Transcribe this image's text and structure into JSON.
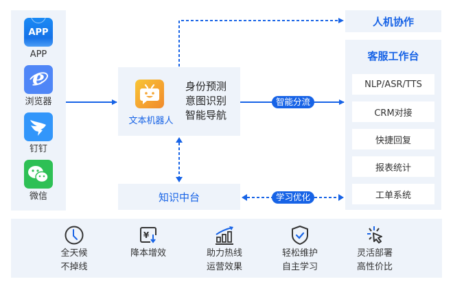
{
  "colors": {
    "accent": "#1763e6",
    "panel": "#eef3fa",
    "robot_orange": "#f5a430",
    "wechat_green": "#2ec055"
  },
  "channels": [
    {
      "label": "APP",
      "icon": "app-icon",
      "icon_text": "APP"
    },
    {
      "label": "浏览器",
      "icon": "ie-browser-icon",
      "icon_text": "e"
    },
    {
      "label": "钉钉",
      "icon": "dingtalk-icon"
    },
    {
      "label": "微信",
      "icon": "wechat-icon"
    }
  ],
  "robot": {
    "label": "文本机器人",
    "icon": "robot-icon",
    "features": [
      "身份预测",
      "意图识别",
      "智能导航"
    ]
  },
  "knowledge": {
    "label": "知识中台"
  },
  "human_machine": {
    "label": "人机协作"
  },
  "workstation": {
    "title": "客服工作台",
    "items": [
      "NLP/ASR/TTS",
      "CRM对接",
      "快捷回复",
      "报表统计",
      "工单系统"
    ]
  },
  "badges": {
    "routing": "智能分流",
    "learning": "学习优化"
  },
  "features": [
    {
      "icon": "clock-icon",
      "lines": [
        "全天候",
        "不掉线"
      ]
    },
    {
      "icon": "cost-down-icon",
      "lines": [
        "降本增效",
        ""
      ]
    },
    {
      "icon": "growth-chart-icon",
      "lines": [
        "助力热线",
        "运营效果"
      ]
    },
    {
      "icon": "shield-check-icon",
      "lines": [
        "轻松维护",
        "自主学习"
      ]
    },
    {
      "icon": "click-cursor-icon",
      "lines": [
        "灵活部署",
        "高性价比"
      ]
    }
  ]
}
